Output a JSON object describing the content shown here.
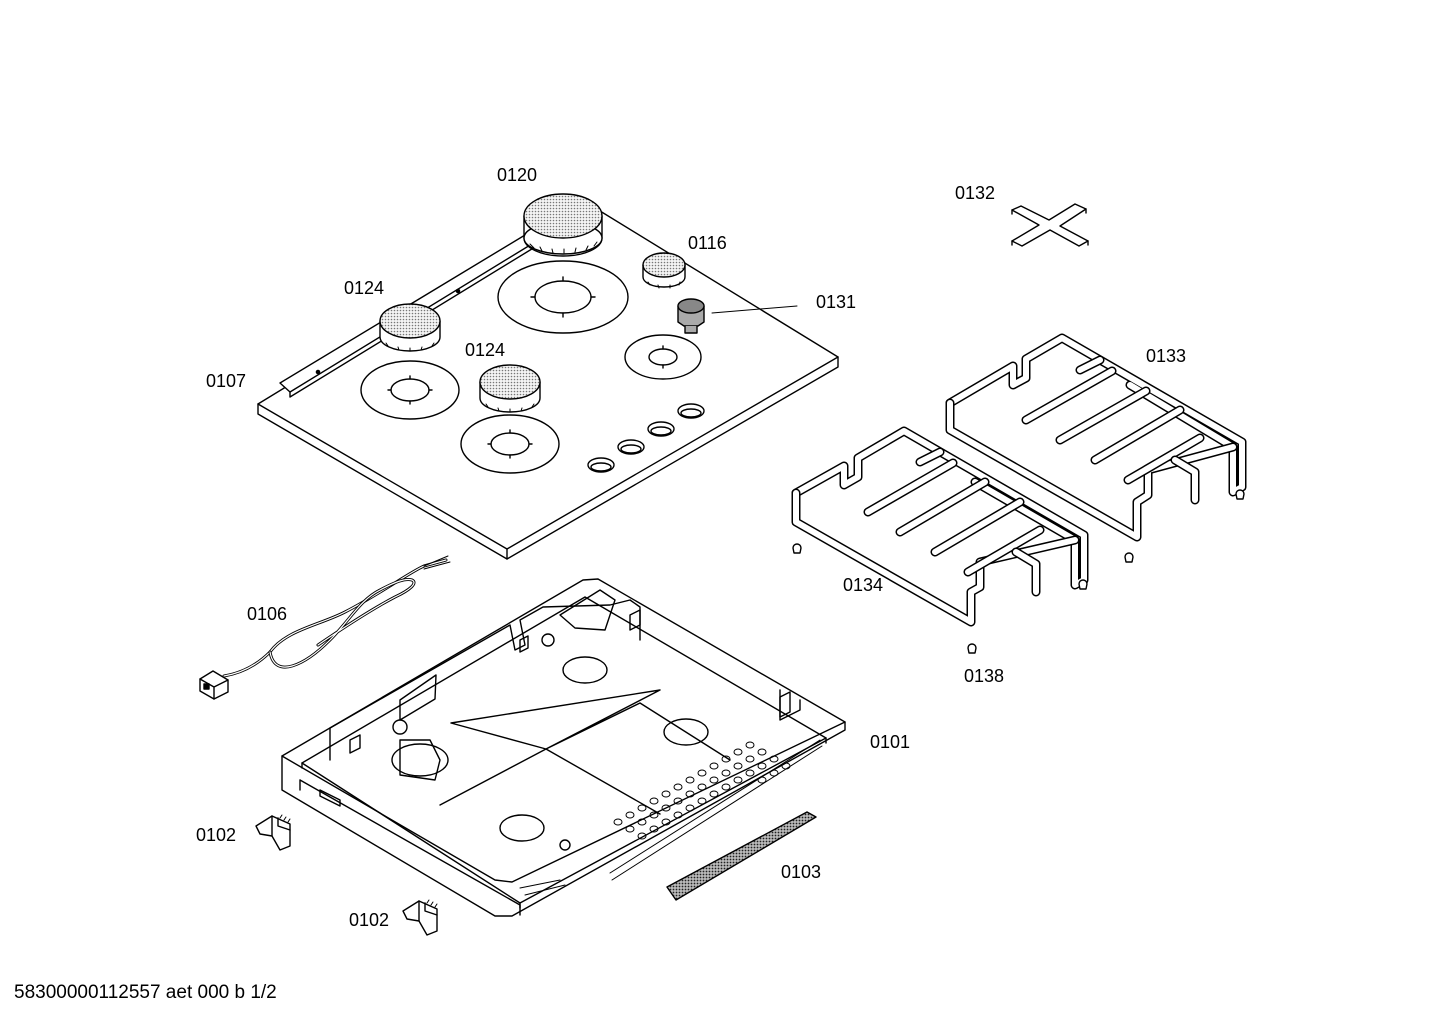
{
  "callouts": {
    "p0120": "0120",
    "p0116": "0116",
    "p0124a": "0124",
    "p0124b": "0124",
    "p0131": "0131",
    "p0107": "0107",
    "p0132": "0132",
    "p0133": "0133",
    "p0134": "0134",
    "p0138": "0138",
    "p0106": "0106",
    "p0101": "0101",
    "p0102a": "0102",
    "p0102b": "0102",
    "p0103": "0103"
  },
  "footer": "58300000112557 aet 000 b 1/2"
}
